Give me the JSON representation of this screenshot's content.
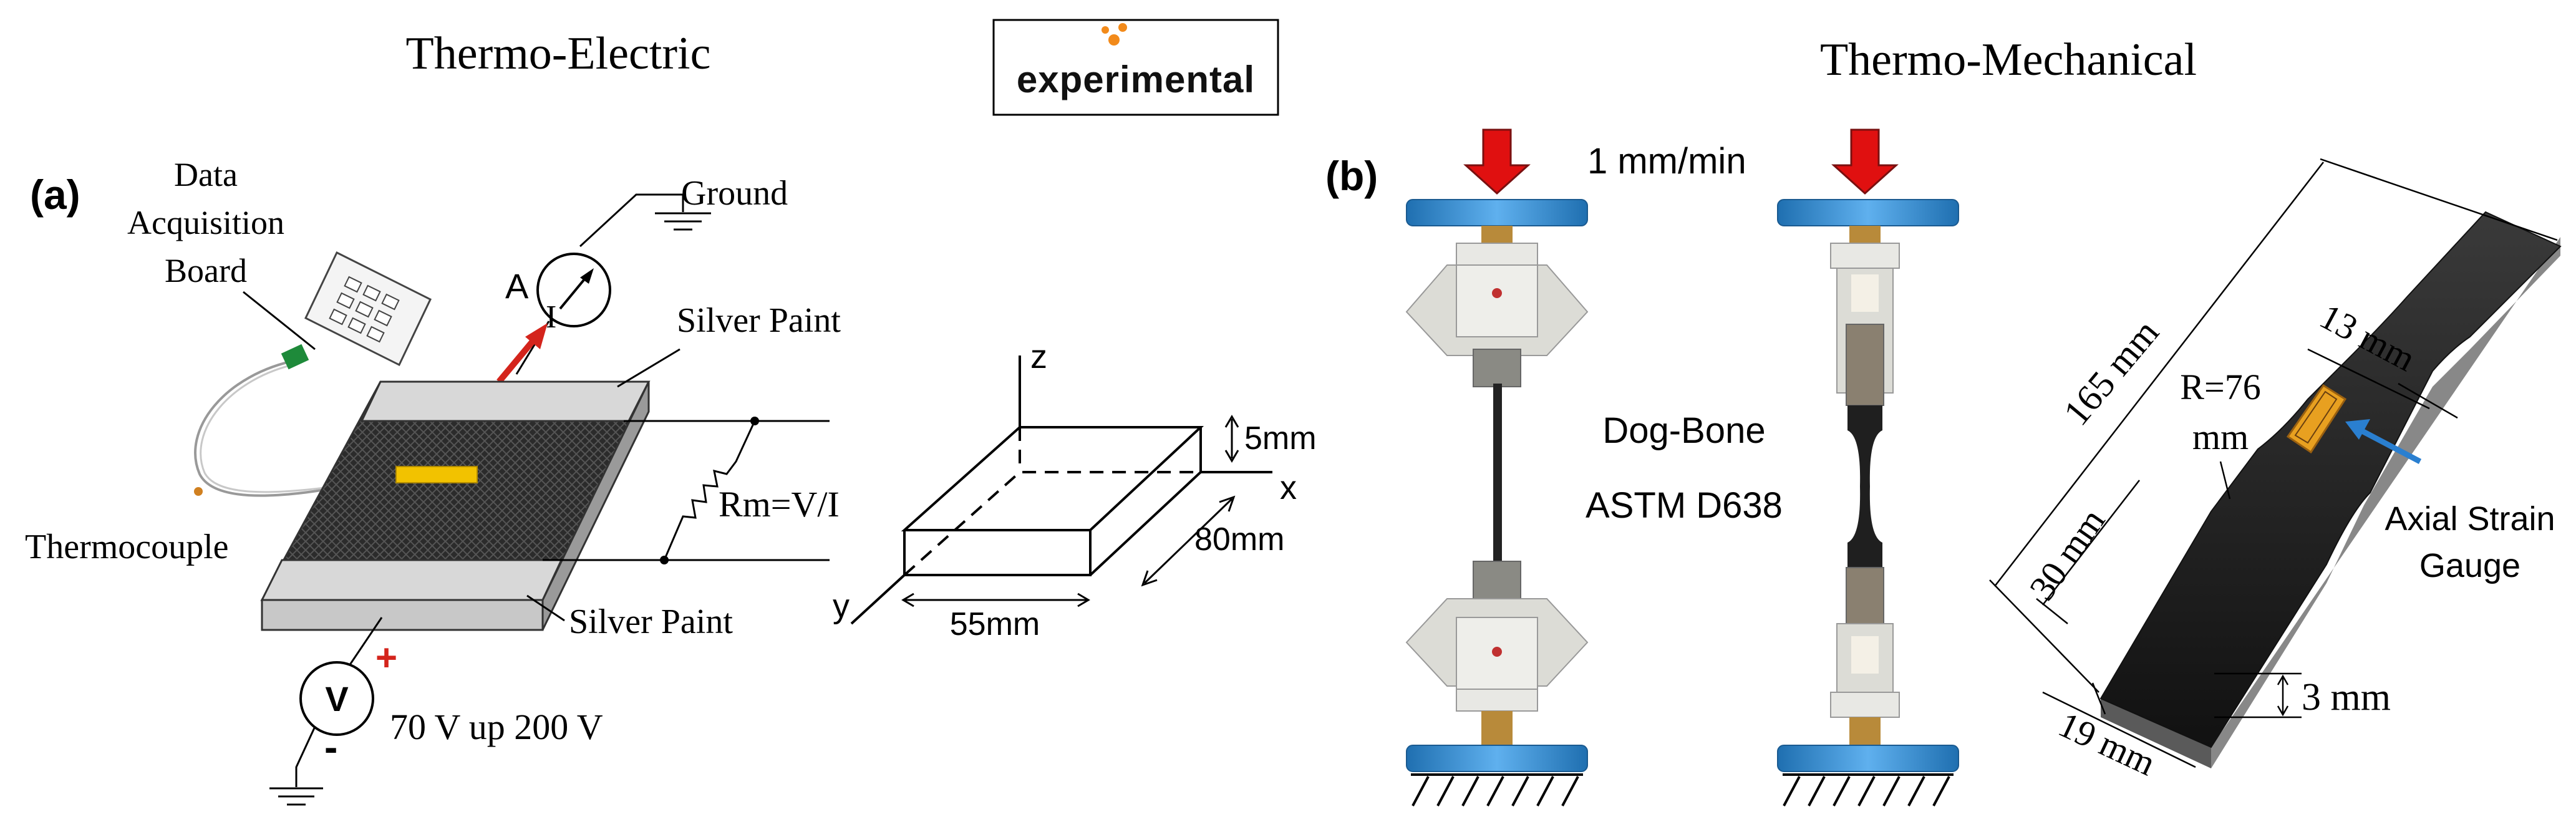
{
  "titles": {
    "left": "Thermo-Electric",
    "right": "Thermo-Mechanical"
  },
  "logo": {
    "text": "experimental"
  },
  "panel_a": {
    "label": "(a)",
    "daq": [
      "Data",
      "Acquisition",
      "Board"
    ],
    "ground": "Ground",
    "ammeter_label": "A",
    "current_label": "I",
    "silver_paint_top": "Silver Paint",
    "silver_paint_bottom": "Silver Paint",
    "resistance": "Rm=V/I",
    "thermocouple": "Thermocouple",
    "voltmeter": "V",
    "plus": "+",
    "minus": "-",
    "voltage": "70 V up 200 V",
    "axes": {
      "z": "z",
      "x": "x",
      "y": "y"
    },
    "dims": {
      "height": "5mm",
      "length": "80mm",
      "width": "55mm"
    }
  },
  "panel_b": {
    "label": "(b)",
    "speed": "1 mm/min",
    "specimen": [
      "Dog-Bone",
      "ASTM D638"
    ],
    "dims": {
      "length": "165 mm",
      "neck_width": "13 mm",
      "radius": [
        "R=76",
        "mm"
      ],
      "gauge_length": "30 mm",
      "width": "19 mm",
      "thickness": "3 mm"
    },
    "gauge": [
      "Axial Strain",
      "Gauge"
    ]
  },
  "colors": {
    "silver": "#d8d8d8",
    "composite": "#2b2b2b",
    "thermocouple": "#f2c200",
    "current_arrow": "#d4241c",
    "pull_arrow": "#e01010",
    "plate": "#3b8fd4",
    "grip": "#dcdcd6",
    "specimen": "#1f1f1f",
    "strain_gauge": "#e8a020",
    "gauge_arrow": "#2a7fd0",
    "logo_orange": "#f28a1a"
  }
}
